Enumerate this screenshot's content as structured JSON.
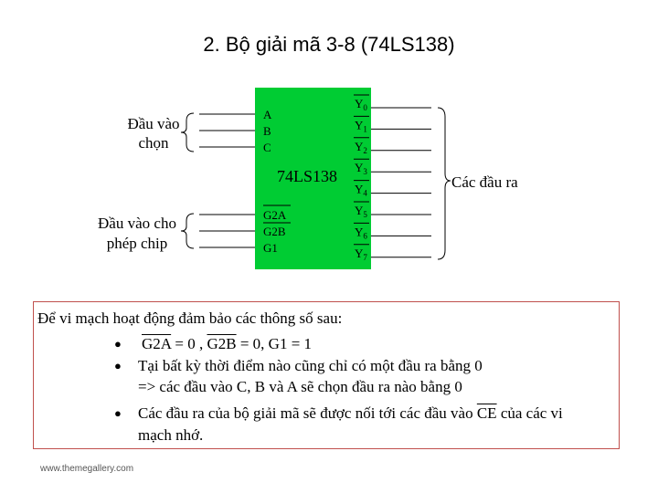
{
  "title": "2. Bộ giải mã 3-8 (74LS138)",
  "diagram": {
    "left_label_top": [
      "Đầu vào",
      "chọn"
    ],
    "left_label_bottom": [
      "Đầu vào cho",
      "phép chip"
    ],
    "right_label": "Các đầu ra",
    "chip_name": "74LS138",
    "chip_color": "#00cc33",
    "inputs_select": [
      "A",
      "B",
      "C"
    ],
    "inputs_enable": [
      "G2A",
      "G2B",
      "G1"
    ],
    "outputs": [
      {
        "base": "Y",
        "sub": "0"
      },
      {
        "base": "Y",
        "sub": "1"
      },
      {
        "base": "Y",
        "sub": "2"
      },
      {
        "base": "Y",
        "sub": "3"
      },
      {
        "base": "Y",
        "sub": "4"
      },
      {
        "base": "Y",
        "sub": "5"
      },
      {
        "base": "Y",
        "sub": "6"
      },
      {
        "base": "Y",
        "sub": "7"
      }
    ]
  },
  "conditions": {
    "intro": "Để vi mạch hoạt động đảm bảo các thông số sau:",
    "b1": {
      "g2a": "G2A",
      "eq1": " = 0 , ",
      "g2b": "G2B",
      "rest": " = 0, G1 = 1"
    },
    "b2_line1": "Tại bất kỳ thời điểm nào cũng chỉ có một đầu ra bằng 0",
    "b2_line2": "=> các đầu vào C, B và A sẽ chọn đầu ra nào bằng 0",
    "b3_pre": "Các đầu ra của bộ giải mã sẽ được nối tới các đầu vào ",
    "b3_ce": "CE",
    "b3_post": " của các vi",
    "b3_line2": "mạch nhớ.",
    "bullet": "●"
  },
  "footer": "www.themegallery.com"
}
